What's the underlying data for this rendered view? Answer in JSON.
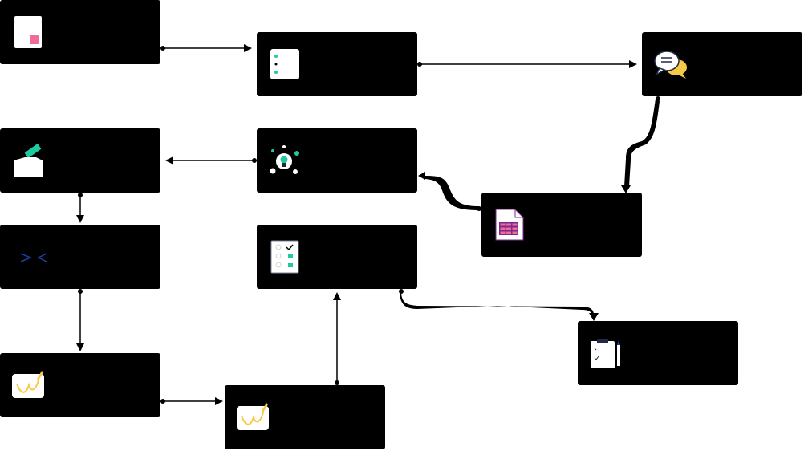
{
  "diagram": {
    "title": "",
    "nodes": [
      {
        "id": "n1",
        "label": "",
        "icon": "document-icon"
      },
      {
        "id": "n2",
        "label": "",
        "icon": "checklist-icon"
      },
      {
        "id": "n3",
        "label": "",
        "icon": "chat-bubbles-icon"
      },
      {
        "id": "n4",
        "label": "",
        "icon": "inbox-tray-icon"
      },
      {
        "id": "n5",
        "label": "",
        "icon": "lightbulb-network-icon"
      },
      {
        "id": "n6",
        "label": "",
        "icon": "spreadsheet-icon"
      },
      {
        "id": "n7",
        "label": "",
        "icon": "code-brackets-icon"
      },
      {
        "id": "n8",
        "label": "",
        "icon": "checkbox-list-icon"
      },
      {
        "id": "n9",
        "label": "",
        "icon": "clipboard-pencil-icon"
      },
      {
        "id": "n10",
        "label": "",
        "icon": "signature-pad-icon"
      },
      {
        "id": "n11",
        "label": "",
        "icon": "signature-pad-icon"
      }
    ],
    "edges": [
      {
        "from": "n1",
        "to": "n2"
      },
      {
        "from": "n2",
        "to": "n3"
      },
      {
        "from": "n3",
        "to": "n6"
      },
      {
        "from": "n6",
        "to": "n5"
      },
      {
        "from": "n5",
        "to": "n4"
      },
      {
        "from": "n4",
        "to": "n7"
      },
      {
        "from": "n7",
        "to": "n10"
      },
      {
        "from": "n10",
        "to": "n11"
      },
      {
        "from": "n11",
        "to": "n8"
      },
      {
        "from": "n8",
        "to": "n9"
      }
    ],
    "colors": {
      "node_fill": "#000000",
      "accent_teal": "#1ecba0",
      "accent_pink": "#f06a9a",
      "accent_yellow": "#f7c948",
      "icon_paper": "#ffffff",
      "grid_purple": "#7a2a8c"
    }
  }
}
